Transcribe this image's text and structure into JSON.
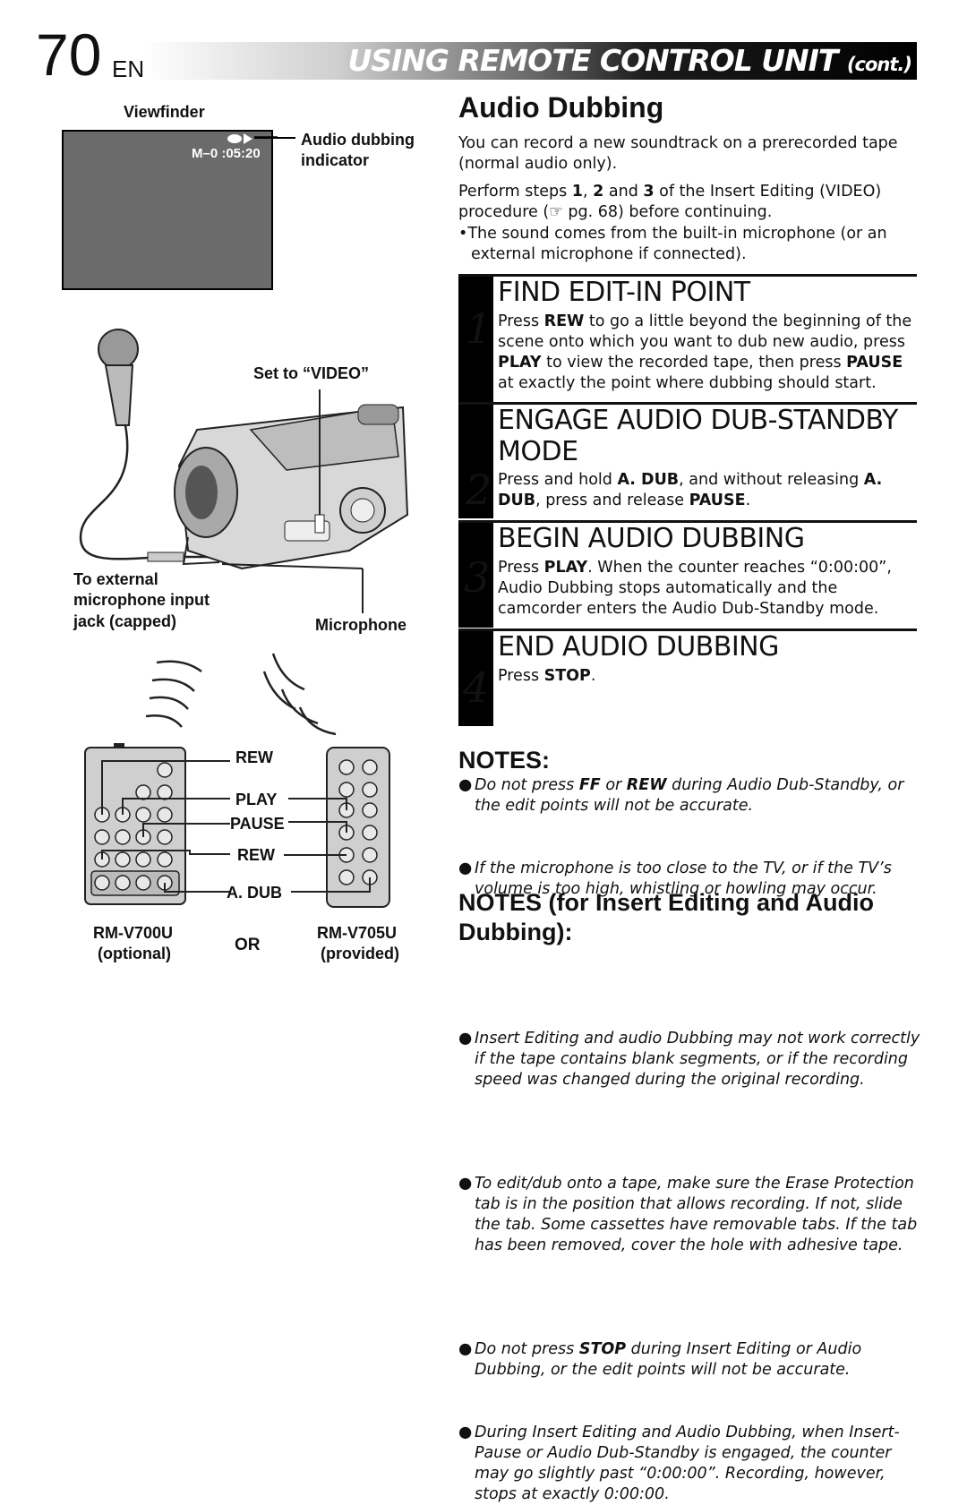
{
  "header": {
    "page_number": "70",
    "lang": "EN",
    "title": "USING REMOTE CONTROL UNIT",
    "cont": "(cont.)"
  },
  "left": {
    "viewfinder_label": "Viewfinder",
    "vf_display": "M–0 :05:20",
    "audio_dub_indicator_line1": "Audio dubbing",
    "audio_dub_indicator_line2": "indicator",
    "set_to_video": "Set to “VIDEO”",
    "ext_mic_1": "To external",
    "ext_mic_2": "microphone input",
    "ext_mic_3": "jack (capped)",
    "microphone": "Microphone",
    "rew_top": "REW",
    "play": "PLAY",
    "pause": "PAUSE",
    "rew": "REW",
    "adub": "A. DUB",
    "rm_left": "RM-V700U",
    "rm_left_sub": "(optional)",
    "or": "OR",
    "rm_right": "RM-V705U",
    "rm_right_sub": "(provided)"
  },
  "right": {
    "title": "Audio Dubbing",
    "intro": "You can record a new soundtrack on a prerecorded tape (normal audio only).",
    "perform_a": "Perform steps ",
    "perform_1": "1",
    "perform_b": ", ",
    "perform_2": "2",
    "perform_c": " and ",
    "perform_3": "3",
    "perform_d": " of the Insert Editing (VIDEO) procedure (☞ pg. 68) before continuing.",
    "bullet": "•The sound comes from the built-in microphone (or an external microphone if connected).",
    "steps": [
      {
        "num": "1",
        "heading": "FIND EDIT-IN POINT"
      },
      {
        "num": "2",
        "heading1": "ENGAGE AUDIO DUB-STANDBY",
        "heading2": "MODE"
      },
      {
        "num": "3",
        "heading": "BEGIN AUDIO DUBBING"
      },
      {
        "num": "4",
        "heading": "END AUDIO DUBBING"
      }
    ],
    "s1": {
      "a": "Press ",
      "rew": "REW",
      "b": " to go a little beyond the beginning of the scene onto which you want to dub new audio, press ",
      "play": "PLAY",
      "c": " to view the recorded tape, then press ",
      "pause": "PAUSE",
      "d": " at exactly the point where dubbing should start."
    },
    "s2": {
      "a": "Press and hold ",
      "adub1": "A. DUB",
      "b": ", and without releasing ",
      "adub2": "A. DUB",
      "c": ", press and release ",
      "pause": "PAUSE",
      "d": "."
    },
    "s3": {
      "a": "Press ",
      "play": "PLAY",
      "b": ". When the counter reaches “0:00:00”, Audio Dubbing stops automatically and the camcorder enters the Audio Dub-Standby mode."
    },
    "s4": {
      "a": "Press ",
      "stop": "STOP",
      "b": "."
    },
    "notes_title": "NOTES:",
    "notes": {
      "n1a": "Do not press ",
      "n1ff": "FF",
      "n1b": " or ",
      "n1rew": "REW",
      "n1c": " during Audio Dub-Standby, or the edit points will not be accurate.",
      "n2": "If the microphone is too close to the TV, or if the TV’s volume is too high, whistling or howling may occur."
    },
    "notes2_title_a": "NOTES",
    "notes2_title_b": " (for Insert Editing and Audio Dubbing):",
    "notes2": {
      "m1": "Insert Editing and audio Dubbing may not work correctly if the tape contains blank segments, or if the recording speed was changed during the original recording.",
      "m2": "To edit/dub onto a tape, make sure the Erase Protection tab is in the position that allows recording. If not, slide the tab. Some cassettes have removable tabs. If the tab has been removed, cover the hole with adhesive tape.",
      "m3a": "Do not press ",
      "m3stop": "STOP",
      "m3b": " during Insert Editing or Audio Dubbing, or the edit points will not be accurate.",
      "m4": "During Insert Editing and Audio Dubbing, when Insert-Pause or Audio Dub-Standby is engaged, the counter may go slightly past “0:00:00”. Recording, however, stops at exactly 0:00:00."
    },
    "bullet_char": "●"
  }
}
